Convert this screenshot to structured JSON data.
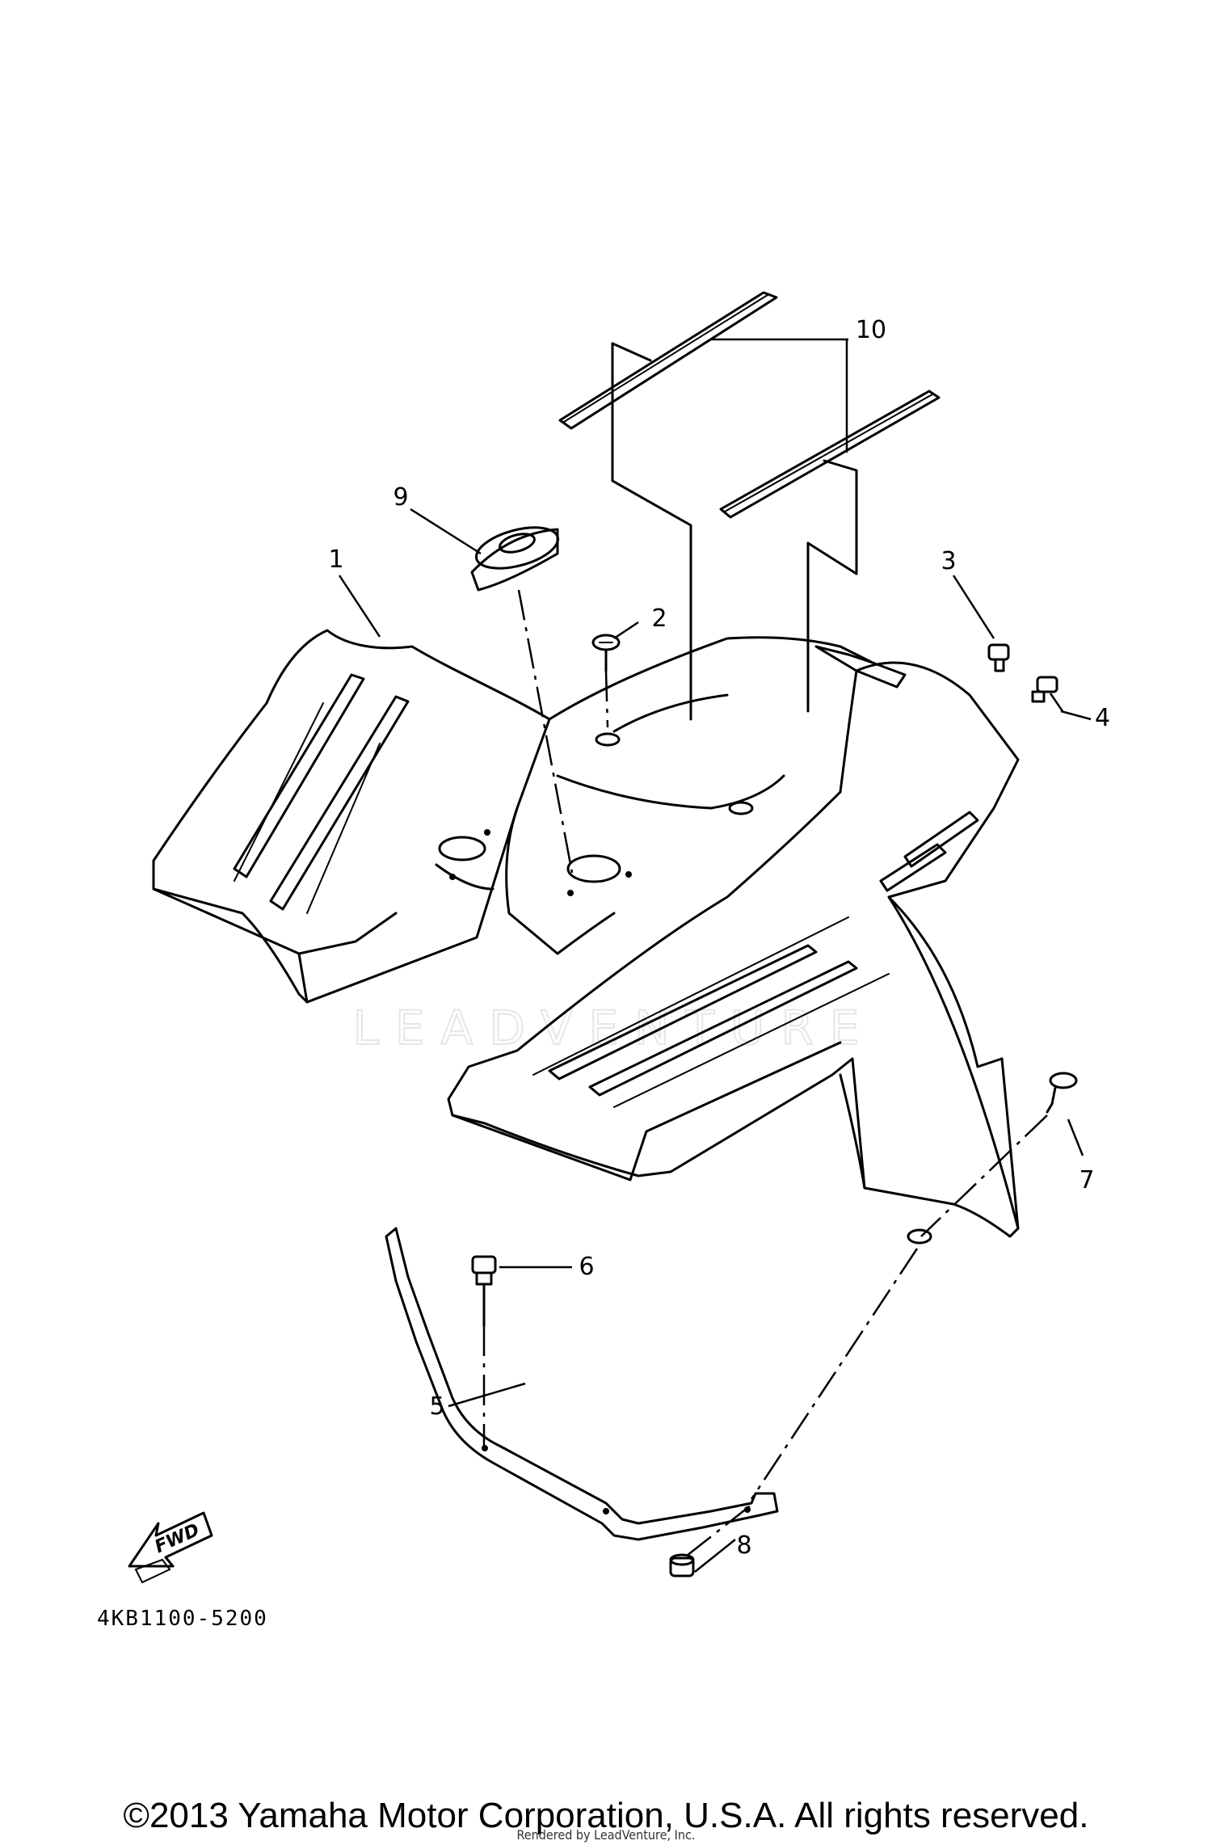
{
  "diagram": {
    "part_labels": [
      "1",
      "2",
      "3",
      "4",
      "5",
      "6",
      "7",
      "8",
      "9",
      "10"
    ],
    "figure_code": "4KB1100-5200",
    "fwd_label": "FWD",
    "watermark": "LEADVENTURE"
  },
  "footer": {
    "copyright": "©2013 Yamaha Motor Corporation, U.S.A. All rights reserved.",
    "rendered_by": "Rendered by LeadVenture, Inc."
  }
}
